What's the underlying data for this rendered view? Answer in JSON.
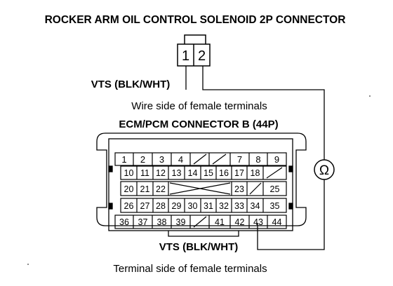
{
  "title": "ROCKER ARM OIL CONTROL SOLENOID 2P CONNECTOR",
  "solenoid_connector": {
    "pins": [
      "1",
      "2"
    ]
  },
  "wire_label_top": "VTS (BLK/WHT)",
  "wire_side_caption": "Wire side of female terminals",
  "ecm_title": "ECM/PCM CONNECTOR B (44P)",
  "ohm_symbol": "Ω",
  "wire_label_bottom": "VTS (BLK/WHT)",
  "terminal_side_caption": "Terminal side of female terminals",
  "ecm_rows": [
    [
      "1",
      "2",
      "3",
      "4",
      "/",
      "/",
      "7",
      "8",
      "9"
    ],
    [
      "10",
      "11",
      "12",
      "13",
      "14",
      "15",
      "16",
      "17",
      "18",
      "/"
    ],
    [
      "20",
      "21",
      "22",
      "X",
      "23",
      "/",
      "25"
    ],
    [
      "26",
      "27",
      "28",
      "29",
      "30",
      "31",
      "32",
      "33",
      "34",
      "35"
    ],
    [
      "36",
      "37",
      "38",
      "39",
      "/",
      "41",
      "42",
      "43",
      "44"
    ]
  ]
}
